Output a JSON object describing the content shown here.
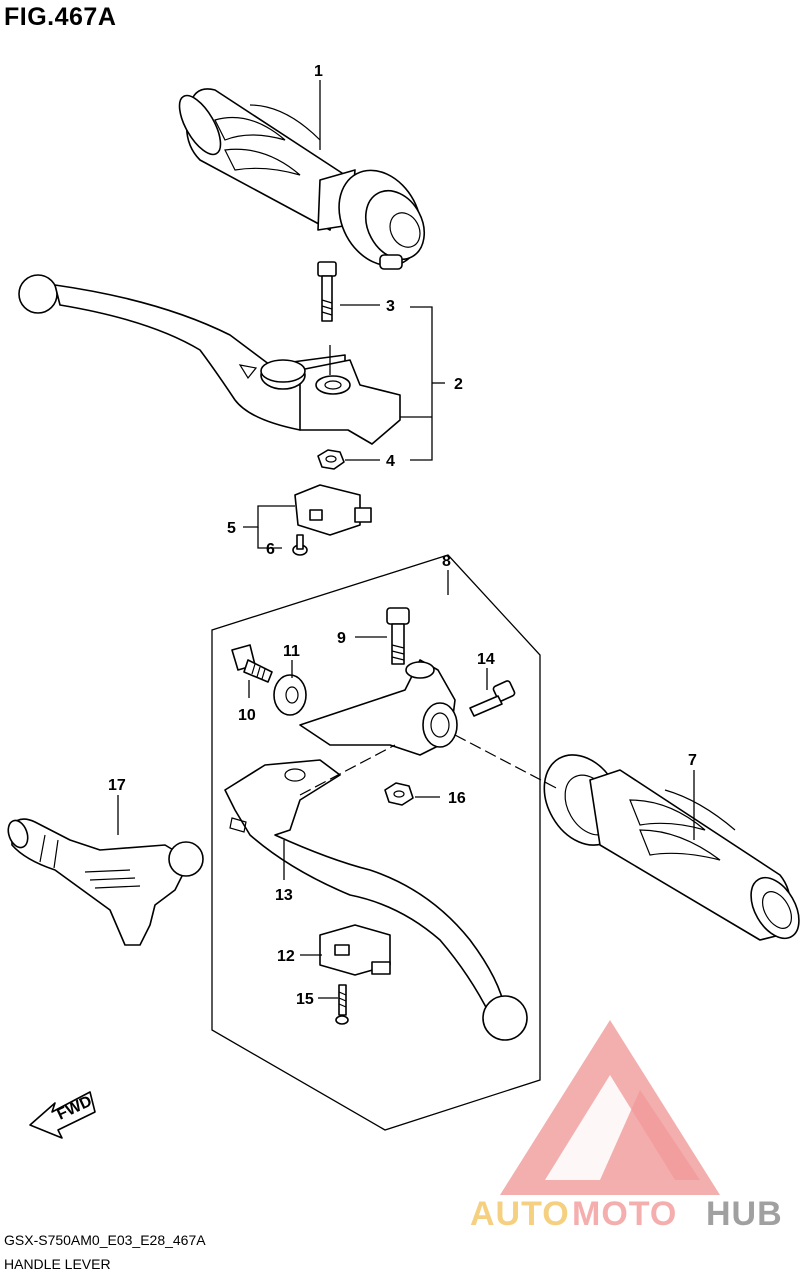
{
  "figure": {
    "title": "FIG.467A",
    "code": "GSX-S750AM0_E03_E28_467A",
    "description": "HANDLE LEVER"
  },
  "callouts": [
    "1",
    "2",
    "3",
    "4",
    "5",
    "6",
    "7",
    "8",
    "9",
    "10",
    "11",
    "12",
    "13",
    "14",
    "15",
    "16",
    "17"
  ],
  "direction_tag": "FWD",
  "watermark": {
    "brand_part1": "AUTO",
    "brand_part2": "MOTO",
    "brand_part3": "HUB",
    "colors": {
      "triangle": "#f08080",
      "auto": "#f4c86a",
      "moto": "#f4a0a0",
      "hub": "#909090"
    }
  }
}
